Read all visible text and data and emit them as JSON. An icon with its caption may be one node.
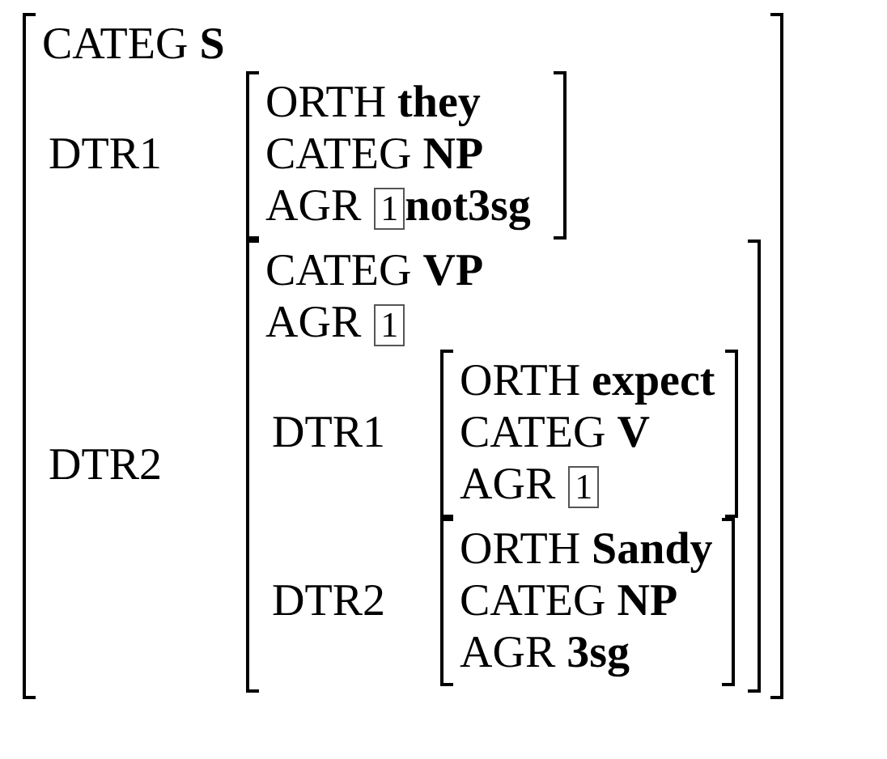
{
  "diagram": {
    "nodes": [
      {
        "text": [
          "CATEG **S**"
        ]
      },
      {
        "text": [
          "ORTH **they**",
          "CATEG **NP**",
          "AGR",
          "**not3sg**"
        ],
        "in": 0,
        "beside": [
          "DTR1"
        ]
      },
      {
        "text": [
          "1"
        ],
        "in": 1
      },
      {
        "text": [
          "CATEG **VP**",
          "AGR"
        ],
        "in": 0,
        "beside": [
          "DTR2"
        ]
      },
      {
        "text": [
          "1"
        ],
        "in": 3
      },
      {
        "text": [
          "ORTH **expect**",
          "CATEG **V**",
          "AGR"
        ],
        "in": 3,
        "beside": [
          "DTR1"
        ]
      },
      {
        "text": [
          "1"
        ],
        "in": 5
      },
      {
        "text": [
          "ORTH **Sandy**",
          "CATEG **NP**",
          "AGR **3sg**"
        ],
        "in": 3,
        "beside": [
          "DTR2"
        ]
      }
    ],
    "edges": []
  }
}
